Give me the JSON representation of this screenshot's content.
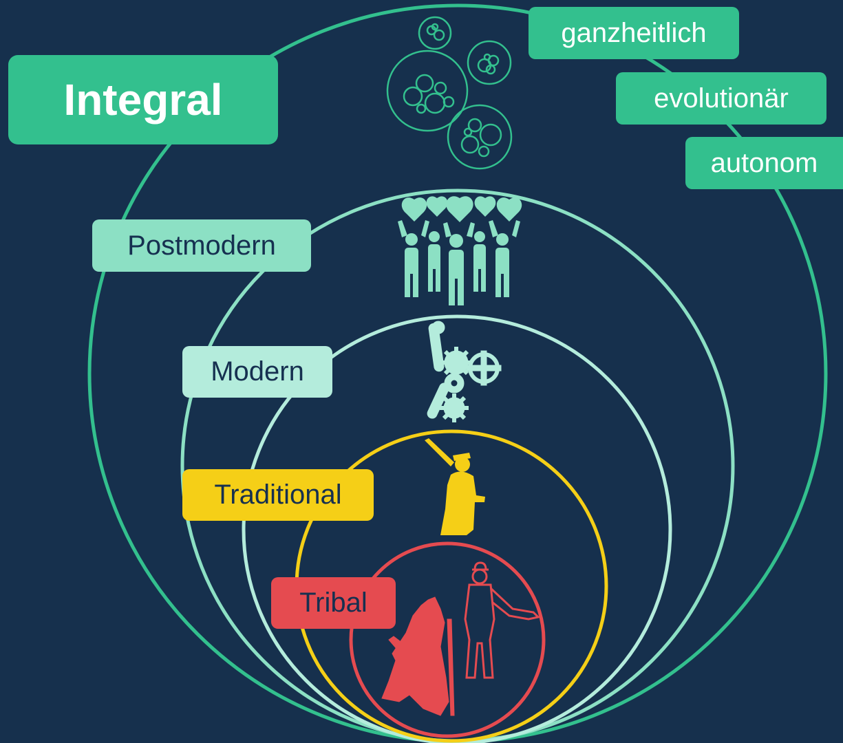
{
  "colors": {
    "background": "#16304d",
    "integral": "#33c08e",
    "postmodern": "#8ce0c4",
    "modern": "#b4ecdc",
    "traditional": "#f5cf17",
    "tribal": "#e54b50"
  },
  "levels": {
    "integral": {
      "label": "Integral",
      "icon": "bubbles-icon"
    },
    "postmodern": {
      "label": "Postmodern",
      "icon": "people-hearts-icon"
    },
    "modern": {
      "label": "Modern",
      "icon": "gears-icon"
    },
    "traditional": {
      "label": "Traditional",
      "icon": "commander-icon"
    },
    "tribal": {
      "label": "Tribal",
      "icon": "shaman-wolf-icon"
    }
  },
  "tags": [
    "ganzheitlich",
    "evolutionär",
    "autonom"
  ]
}
